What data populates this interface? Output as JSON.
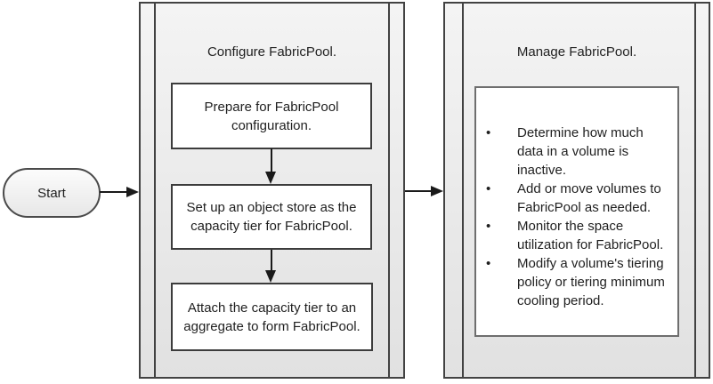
{
  "diagram": {
    "start": {
      "label": "Start"
    },
    "configure": {
      "title": "Configure FabricPool.",
      "steps": [
        "Prepare for FabricPool configuration.",
        "Set up an object store as the capacity tier for FabricPool.",
        "Attach the capacity tier to an aggregate to form FabricPool."
      ]
    },
    "manage": {
      "title": "Manage FabricPool.",
      "bullet_glyph": "•",
      "tasks": [
        "Determine how much data in a volume is inactive.",
        "Add or move volumes to FabricPool as needed.",
        "Monitor the space utilization for FabricPool.",
        "Modify a volume's tiering policy or tiering minimum cooling period."
      ]
    },
    "colors": {
      "container_border": "#424242",
      "step_box_border": "#3c3c3c",
      "task_box_border": "#6e6e6e",
      "container_fill_top": "#f4f4f4",
      "container_fill_bottom": "#e1e1e1",
      "arrow": "#1a1a1a",
      "text": "#1f1f1f"
    }
  }
}
